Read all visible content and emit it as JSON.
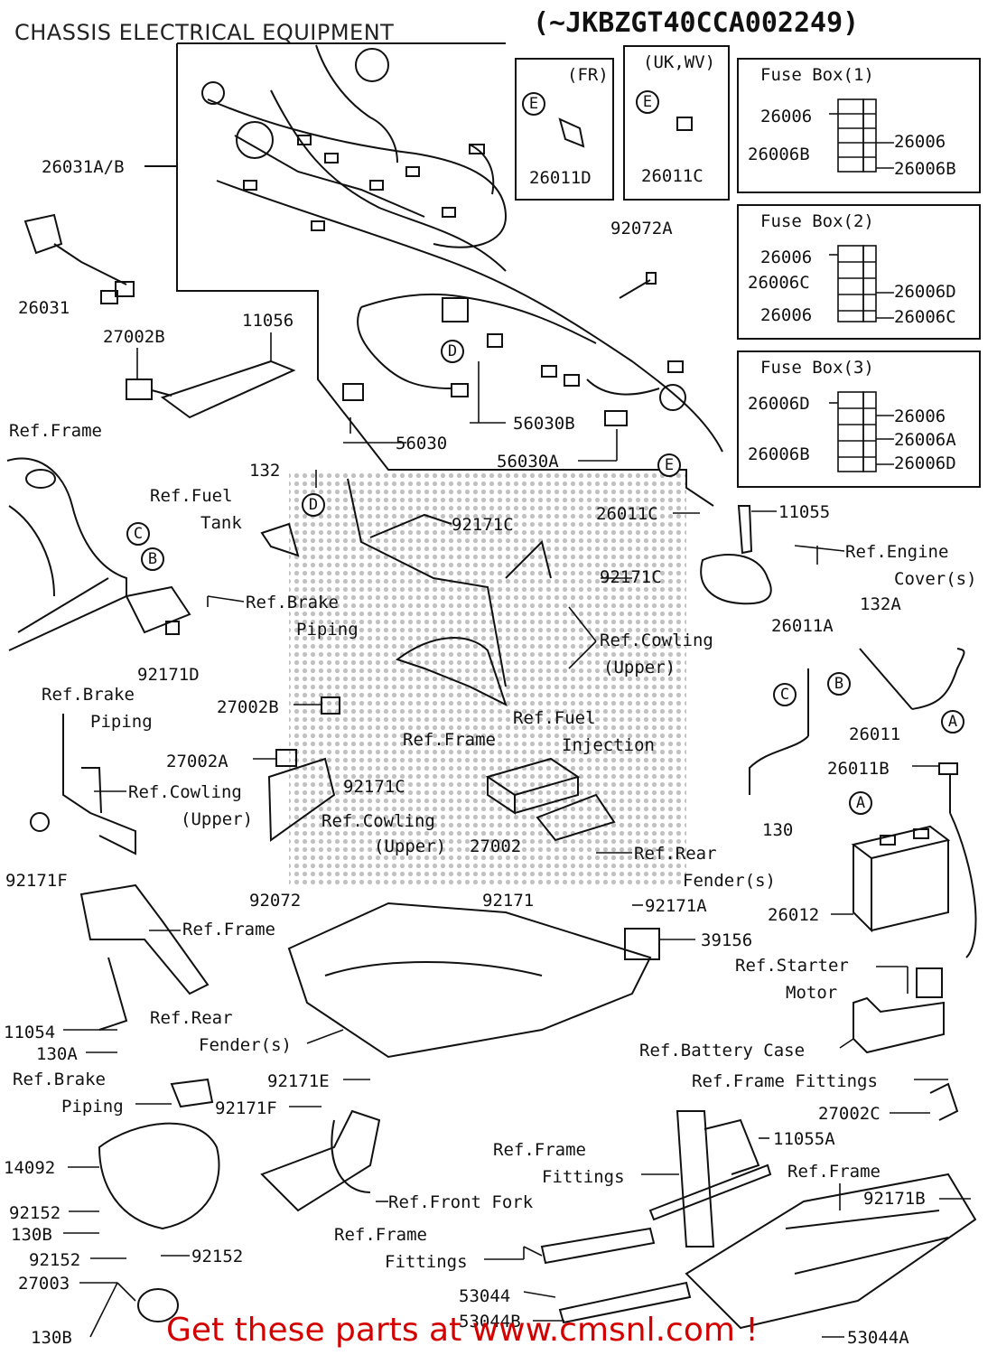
{
  "header": {
    "title": "CHASSIS ELECTRICAL EQUIPMENT",
    "vin_range": "(~JKBZGT40CCA002249)"
  },
  "footer": {
    "promo": "Get these parts at www.cmsnl.com !"
  },
  "insets": {
    "fr": {
      "title": "(FR)",
      "marker": "E",
      "part": "26011D"
    },
    "uk": {
      "title": "(UK,WV)",
      "marker": "E",
      "part": "26011C"
    },
    "fuse_box_1": {
      "title": "Fuse Box(1)",
      "left": [
        "26006",
        "26006B"
      ],
      "right": [
        "26006",
        "26006B"
      ]
    },
    "fuse_box_2": {
      "title": "Fuse Box(2)",
      "left": [
        "26006",
        "26006C",
        "26006"
      ],
      "right": [
        "26006D",
        "26006C"
      ]
    },
    "fuse_box_3": {
      "title": "Fuse Box(3)",
      "left": [
        "26006D",
        "26006B"
      ],
      "right": [
        "26006",
        "26006A",
        "26006D"
      ]
    }
  },
  "markers": [
    "E",
    "D",
    "E",
    "D",
    "C",
    "B",
    "C",
    "B",
    "A",
    "A"
  ],
  "labels": [
    "26031A/B",
    "26031",
    "27002B",
    "11056",
    "92072A",
    "56030",
    "56030B",
    "56030A",
    "Ref.Frame",
    "132",
    "Ref.Fuel",
    "Tank",
    "92171C",
    "26011C",
    "11055",
    "Ref.Engine",
    "Cover(s)",
    "Ref.Brake",
    "Piping",
    "92171D",
    "92171C",
    "Ref.Cowling",
    "(Upper)",
    "26011A",
    "132A",
    "Ref.Brake",
    "Piping",
    "27002B",
    "Ref.Fuel",
    "Injection",
    "26011",
    "Ref.Frame",
    "27002A",
    "92171C",
    "26011B",
    "Ref.Cowling",
    "(Upper)",
    "Ref.Cowling",
    "(Upper)",
    "27002",
    "130",
    "Ref.Rear",
    "Fender(s)",
    "92171F",
    "92072",
    "92171",
    "92171A",
    "26012",
    "Ref.Frame",
    "39156",
    "Ref.Starter",
    "Motor",
    "11054",
    "Ref.Rear",
    "130A",
    "Fender(s)",
    "Ref.Battery Case",
    "Ref.Brake",
    "92171E",
    "Ref.Frame Fittings",
    "Piping",
    "92171F",
    "27002C",
    "11055A",
    "Ref.Frame",
    "14092",
    "Fittings",
    "Ref.Frame",
    "Ref.Front Fork",
    "92171B",
    "92152",
    "130B",
    "Ref.Frame",
    "92152",
    "92152",
    "Fittings",
    "27003",
    "53044",
    "53044B",
    "130B",
    "53044A"
  ]
}
